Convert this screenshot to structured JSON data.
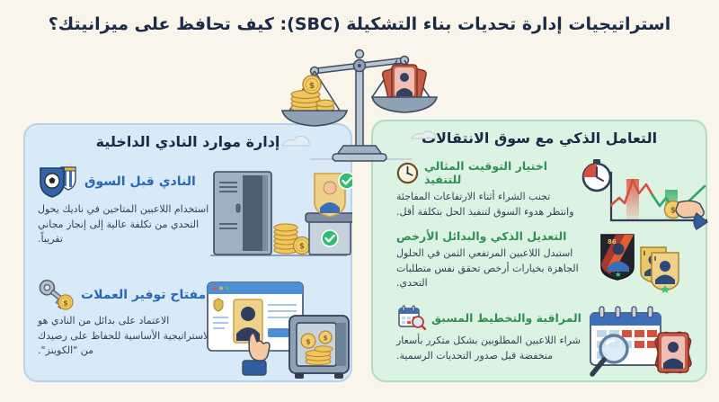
{
  "title": "استراتيجيات إدارة تحديات بناء التشكيلة (SBC): كيف تحافظ على ميزانيتك؟",
  "symbols": {
    "dollar": "$",
    "dark_card_rating": "86"
  },
  "left_panel": {
    "title": "إدارة موارد النادي الداخلية",
    "sections": [
      {
        "heading": "النادي قبل السوق",
        "body": "استخدام اللاعبين المتاحين في ناديك يحول التحدي من تكلفة عالية إلى إنجاز مجاني تقريباً.",
        "icon": "club-badge-football-icon"
      },
      {
        "heading": "مفتاح توفير العملات",
        "body": "الاعتماد على بدائل من النادي هو الاستراتيجية الأساسية للحفاظ على رصيدك من \"الكوينز\".",
        "icon": "key-coin-icon"
      }
    ]
  },
  "right_panel": {
    "title": "التعامل الذكي مع سوق الانتقالات",
    "sections": [
      {
        "heading": "اختيار التوقيت المثالي للتنفيذ",
        "body": "تجنب الشراء أثناء الارتفاعات المفاجئة وانتظر هدوء السوق لتنفيذ الحل بتكلفة أقل.",
        "icon": "clock-icon"
      },
      {
        "heading": "التعديل الذكي والبدائل الأرخص",
        "body": "استبدل اللاعبين المرتفعي الثمن في الحلول الجاهزة بخيارات أرخص تحقق نفس متطلبات التحدي.",
        "icon": ""
      },
      {
        "heading": "المراقبة والتخطيط المسبق",
        "body": "شراء اللاعبين المطلوبين بشكل متكرر بأسعار منخفضة قبل صدور التحديات الرسمية.",
        "icon": "calendar-magnifier-icon"
      }
    ]
  },
  "colors": {
    "bg": "#FAF5EB",
    "navy": "#1B2A47",
    "body_text": "#333F56",
    "panel_blue_bg": "#D8E9F8",
    "panel_blue_border": "#B5D3EC",
    "panel_green_bg": "#DCF2E2",
    "panel_green_border": "#AEDFBF",
    "heading_blue": "#2A68B4",
    "heading_green": "#2E9153",
    "gold": "#EFC75E",
    "steel": "#B9C6D4"
  }
}
